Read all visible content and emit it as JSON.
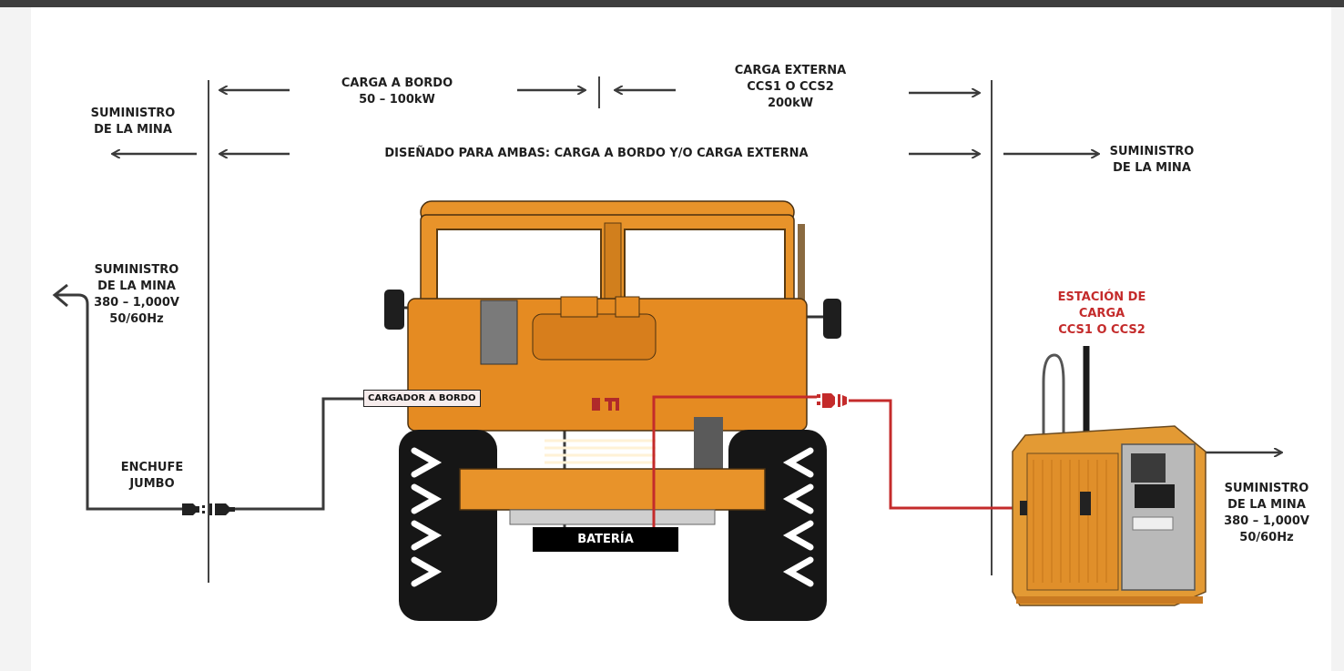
{
  "labels": {
    "onboard_charge": "CARGA A BORDO\n50 – 100kW",
    "external_charge": "CARGA EXTERNA\nCCS1 O CCS2\n200kW",
    "mine_supply_top_left": "SUMINISTRO\nDE LA MINA",
    "designed_for_both": "DISEÑADO PARA AMBAS: CARGA A BORDO Y/O CARGA EXTERNA",
    "mine_supply_top_right": "SUMINISTRO\nDE LA MINA",
    "mine_supply_left": "SUMINISTRO\nDE LA MINA\n380 – 1,000V\n50/60Hz",
    "jumbo_plug": "ENCHUFE\nJUMBO",
    "onboard_charger": "CARGADOR A BORDO",
    "battery": "BATERÍA",
    "charging_station": "ESTACIÓN DE\nCARGA\nCCS1 O CCS2",
    "mine_supply_right": "SUMINISTRO\nDE LA MINA\n380 – 1,000V\n50/60Hz"
  },
  "colors": {
    "line_dark": "#3a3a3a",
    "line_red": "#c42b2b",
    "truck_orange": "#e8932a",
    "station_orange": "#e39a34",
    "tire_black": "#161616"
  },
  "images": {
    "truck": "orange underground mining truck, front view, with logo",
    "station": "orange charging station cabinet with control panel"
  }
}
